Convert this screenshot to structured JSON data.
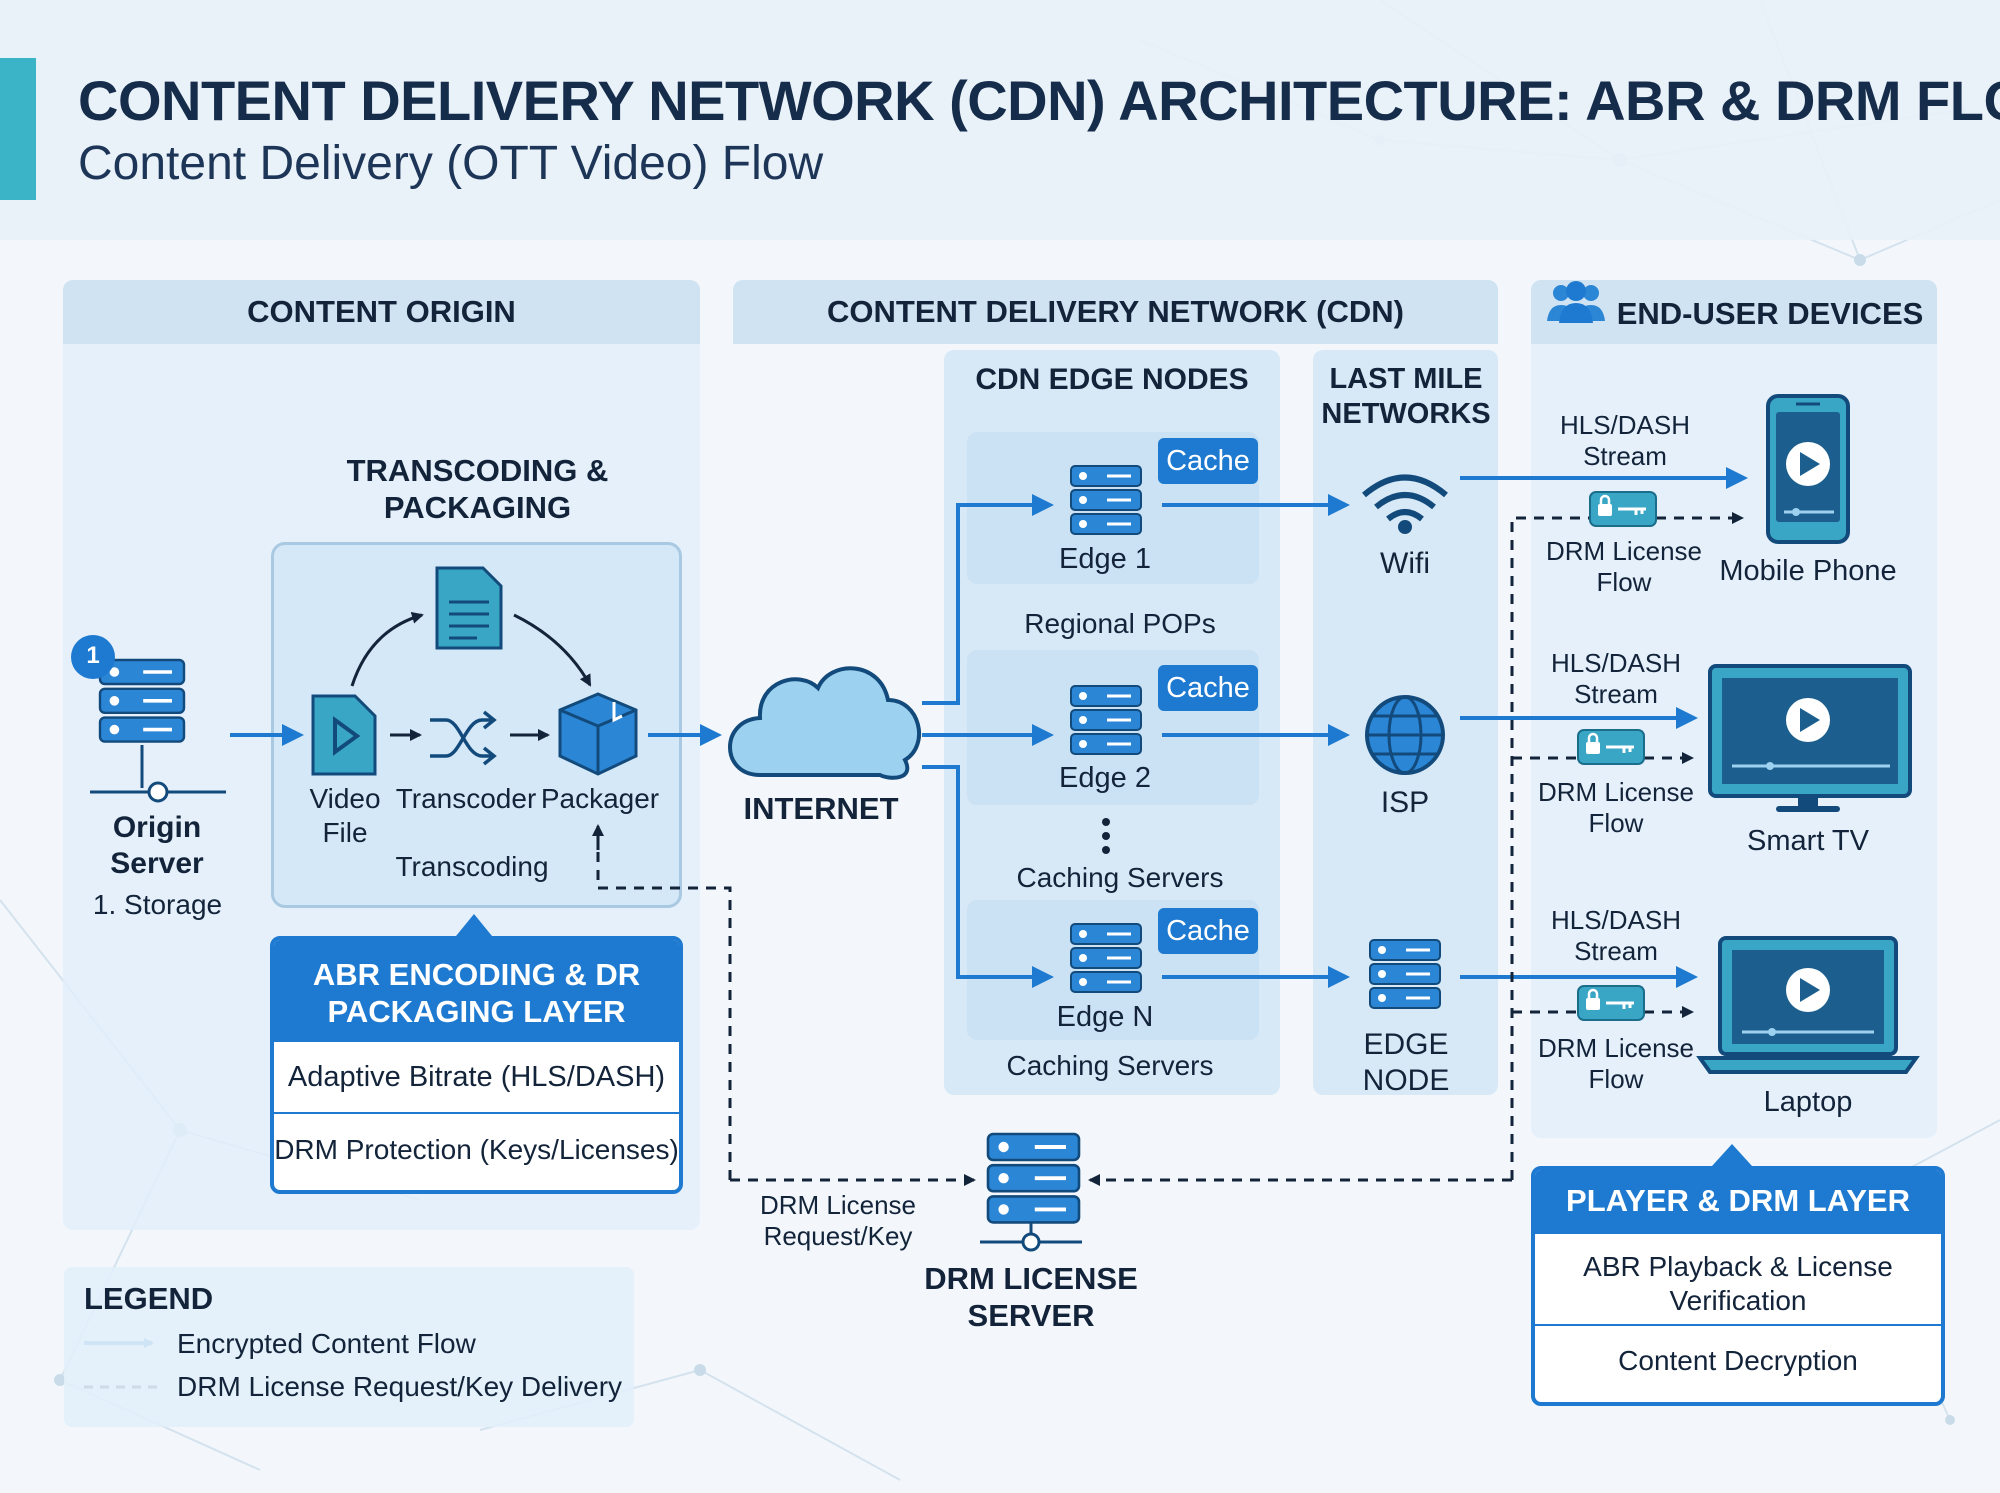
{
  "title": "CONTENT DELIVERY NETWORK (CDN) ARCHITECTURE: ABR & DRM FLOW",
  "subtitle": "Content Delivery (OTT Video) Flow",
  "colors": {
    "accent": "#3cb4c8",
    "blue": "#1e7ad0",
    "panel": "#e2effa",
    "dark": "#152c4a"
  },
  "origin": {
    "header": "CONTENT ORIGIN",
    "badge": "1",
    "server_label": "Origin Server",
    "storage_label": "1. Storage",
    "transcoding_title": "TRANSCODING & PACKAGING",
    "video_file": "Video File",
    "transcoder": "Transcoder",
    "packager": "Packager",
    "transcoding": "Transcoding",
    "layer": {
      "title": "ABR ENCODING & DR PACKAGING LAYER",
      "row1": "Adaptive Bitrate (HLS/DASH)",
      "row2": "DRM Protection (Keys/Licenses)"
    }
  },
  "internet": "INTERNET",
  "cdn": {
    "header": "CONTENT DELIVERY NETWORK (CDN)",
    "edge_nodes_title": "CDN EDGE NODES",
    "cache": "Cache",
    "edge1": "Edge 1",
    "edge2": "Edge 2",
    "edgen": "Edge N",
    "regional_pops": "Regional POPs",
    "caching_servers_1": "Caching Servers",
    "caching_servers_2": "Caching Servers",
    "last_mile_title": "LAST MILE NETWORKS",
    "wifi": "Wifi",
    "isp": "ISP",
    "edge_node": "EDGE NODE"
  },
  "devices": {
    "header": "END-USER DEVICES",
    "stream1": "HLS/DASH Stream",
    "stream2": "HLS/DASH Stream",
    "stream3": "HLS/DASH Stream",
    "drm1": "DRM License Flow",
    "drm2": "DRM License Flow",
    "drm3": "DRM License Flow",
    "mobile": "Mobile Phone",
    "tv": "Smart TV",
    "laptop": "Laptop",
    "layer": {
      "title": "PLAYER & DRM LAYER",
      "row1": "ABR Playback & License Verification",
      "row2": "Content Decryption"
    }
  },
  "drm_server": {
    "label": "DRM LICENSE SERVER",
    "request": "DRM License Request/Key"
  },
  "legend": {
    "title": "LEGEND",
    "solid": "Encrypted Content Flow",
    "dashed": "DRM License Request/Key Delivery"
  },
  "icons": [
    "server-icon",
    "document-icon",
    "video-file-icon",
    "shuffle-icon",
    "package-icon",
    "cloud-icon",
    "wifi-icon",
    "globe-icon",
    "lock-key-icon",
    "phone-icon",
    "tv-icon",
    "laptop-icon",
    "users-icon",
    "play-icon"
  ]
}
